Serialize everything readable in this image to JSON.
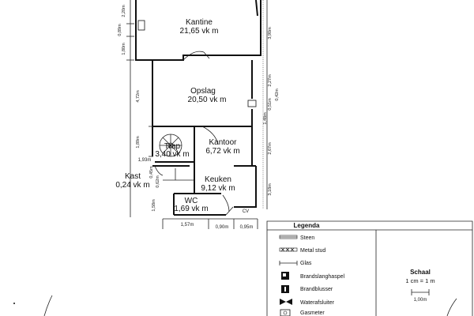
{
  "rooms": {
    "kantine": {
      "name": "Kantine",
      "area": "21,65 vk m"
    },
    "opslag": {
      "name": "Opslag",
      "area": "20,50 vk m"
    },
    "kantoor": {
      "name": "Kantoor",
      "area": "6,72 vk m"
    },
    "trap": {
      "name": "Trap",
      "area": "3,40 vk m"
    },
    "kast": {
      "name": "Kast",
      "area": "0,24 vk m"
    },
    "keuken": {
      "name": "Keuken",
      "area": "9,12 vk m"
    },
    "wc": {
      "name": "WC",
      "area": "1,69 vk m"
    },
    "cv": {
      "name": "CV"
    }
  },
  "dimensions": {
    "left_220": "2,20m",
    "left_089": "0,89m",
    "left_180": "1,80m",
    "left_472": "4,72m",
    "left_189": "1,89m",
    "left_193": "1,93m",
    "left_045": "0,45m",
    "left_062": "0,62m",
    "left_158": "1,58m",
    "right_390": "3,90m",
    "right_227": "2,27m",
    "right_042": "0,42m",
    "right_051": "0,51m",
    "right_148": "1,48m",
    "right_267": "2,67m",
    "right_318": "3,18m",
    "bottom_157": "1,57m",
    "bottom_090": "0,90m",
    "bottom_095": "0,95m"
  },
  "legend": {
    "title": "Legenda",
    "items": [
      {
        "label": "Steen",
        "icon": "brick-pattern-icon"
      },
      {
        "label": "Metal stud",
        "icon": "metal-stud-pattern-icon"
      },
      {
        "label": "Glas",
        "icon": "glass-line-icon"
      },
      {
        "label": "Brandslanghaspel",
        "icon": "fire-hose-reel-icon"
      },
      {
        "label": "Brandblusser",
        "icon": "fire-extinguisher-icon"
      },
      {
        "label": "Waterafsluiter",
        "icon": "water-valve-icon"
      },
      {
        "label": "Gasmeter",
        "icon": "gas-meter-icon"
      }
    ]
  },
  "scale": {
    "title": "Schaal",
    "ratio": "1 cm = 1 m",
    "bar_label": "1,00m"
  }
}
